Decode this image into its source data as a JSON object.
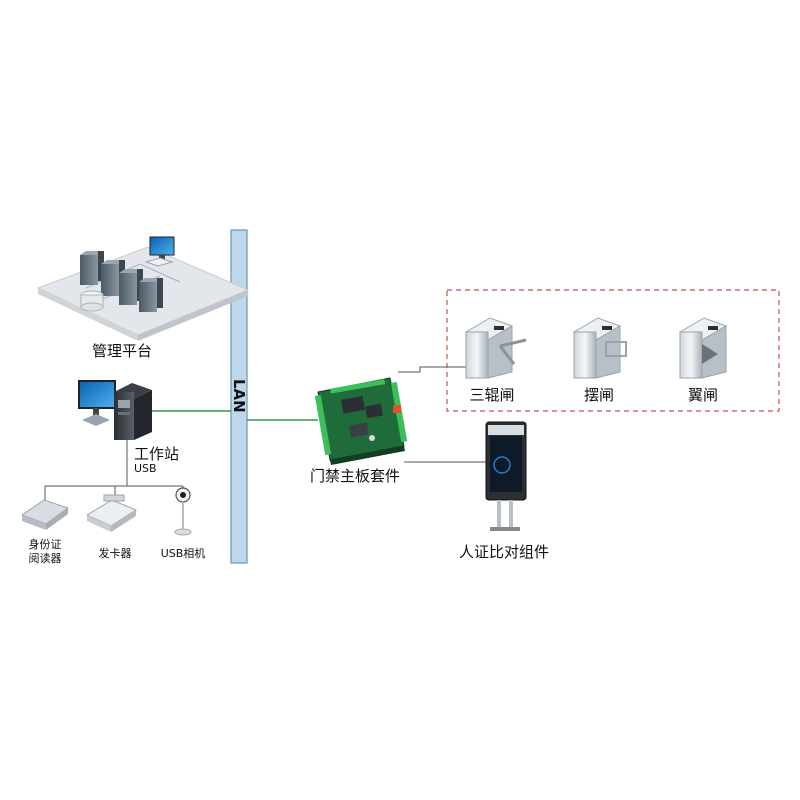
{
  "network": {
    "bus_label": "LAN"
  },
  "nodes": {
    "management_platform": {
      "label": "管理平台"
    },
    "workstation": {
      "label": "工作站",
      "connection_label": "USB"
    },
    "id_reader": {
      "label_line1": "身份证",
      "label_line2": "阅读器"
    },
    "card_issuer": {
      "label": "发卡器"
    },
    "usb_camera": {
      "label": "USB相机"
    },
    "access_board": {
      "label": "门禁主板套件"
    },
    "face_id_terminal": {
      "label": "人证比对组件"
    },
    "tripod_turnstile": {
      "label": "三辊闸"
    },
    "swing_gate": {
      "label": "摆闸"
    },
    "flap_gate": {
      "label": "翼闸"
    }
  },
  "colors": {
    "lan_fill": "#bcd8ea",
    "lan_stroke": "#6b96b4",
    "link_green": "#2f9a4f",
    "link_gray": "#555555",
    "dashed_box": "#c0504d"
  }
}
